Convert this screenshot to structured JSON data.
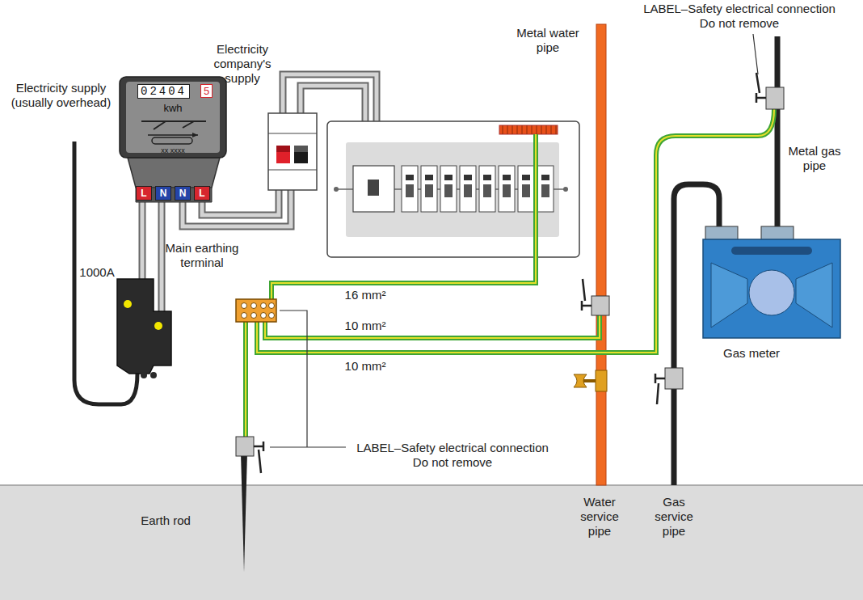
{
  "diagram": {
    "nodes": [
      {
        "text": [
          "02404",
          "5",
          "kwh",
          "xx xxxx"
        ]
      },
      {
        "text": [
          "L"
        ],
        "in": 0
      },
      {
        "text": [
          "N"
        ],
        "in": 0
      },
      {
        "text": [
          "N"
        ],
        "in": 0
      },
      {
        "text": [
          "L"
        ],
        "in": 0
      }
    ],
    "labels": [
      "Electricity supply (usually overhead)",
      "Electricity company's supply",
      "Metal water pipe",
      "LABEL–Safety electrical connection Do not remove",
      "Metal gas pipe",
      "1000A",
      "Main earthing terminal",
      "16 mm²",
      "10 mm²",
      "10 mm²",
      "Gas meter",
      "LABEL–Safety electrical connection Do not remove",
      "Earth rod",
      "Water service pipe",
      "Gas service pipe"
    ]
  }
}
